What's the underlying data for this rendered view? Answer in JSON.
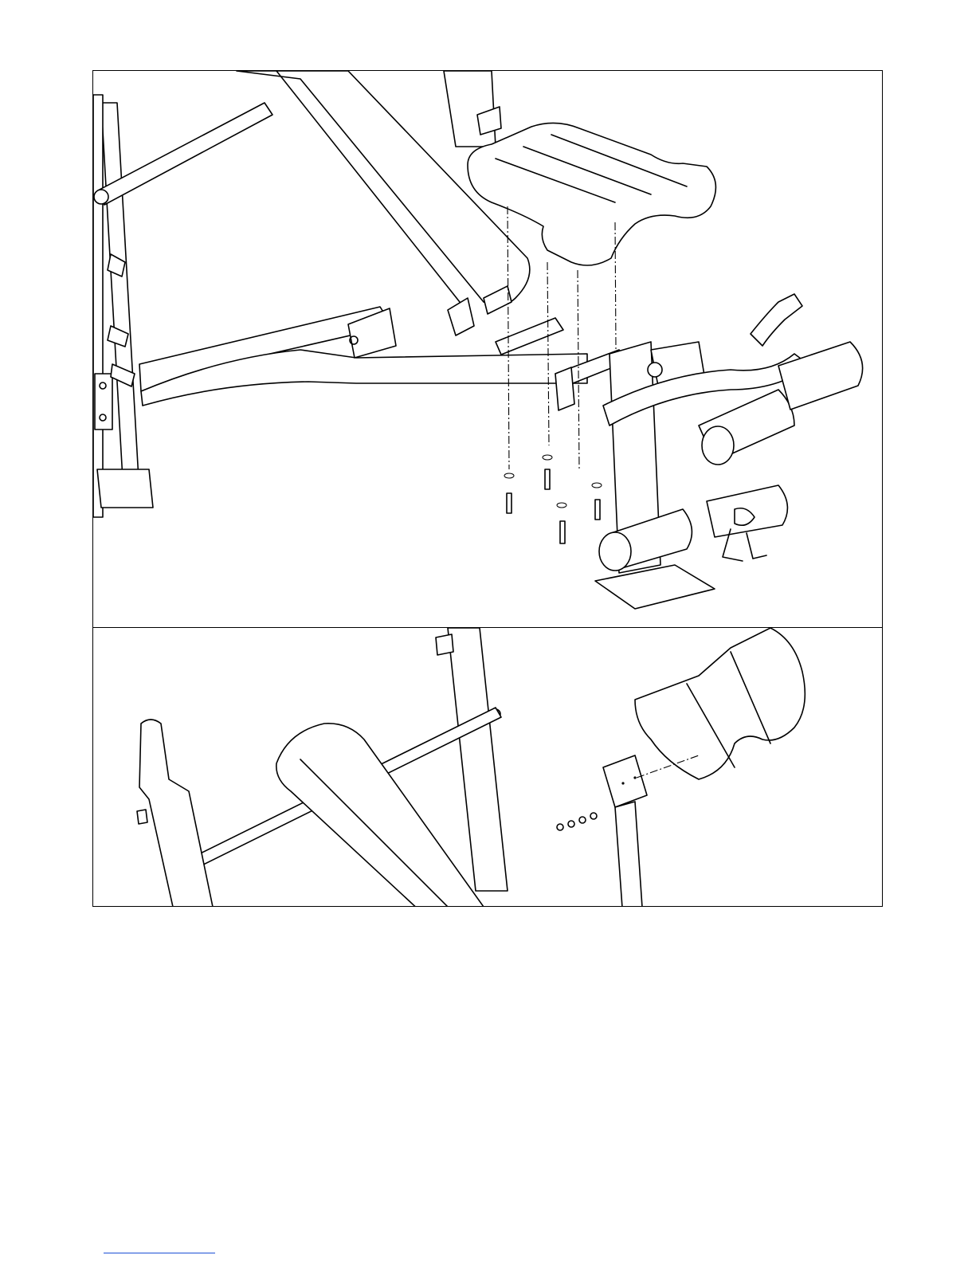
{
  "document": {
    "kind": "assembly-instructions-page",
    "panels": [
      {
        "id": "top",
        "illustration": "leg-developer-pad-attachment"
      },
      {
        "id": "bottom",
        "illustration": "preacher-curl-pad-attachment"
      }
    ],
    "colors": {
      "line": "#000000",
      "paper": "#ffffff",
      "footer_link": "#1a4fd6"
    }
  }
}
